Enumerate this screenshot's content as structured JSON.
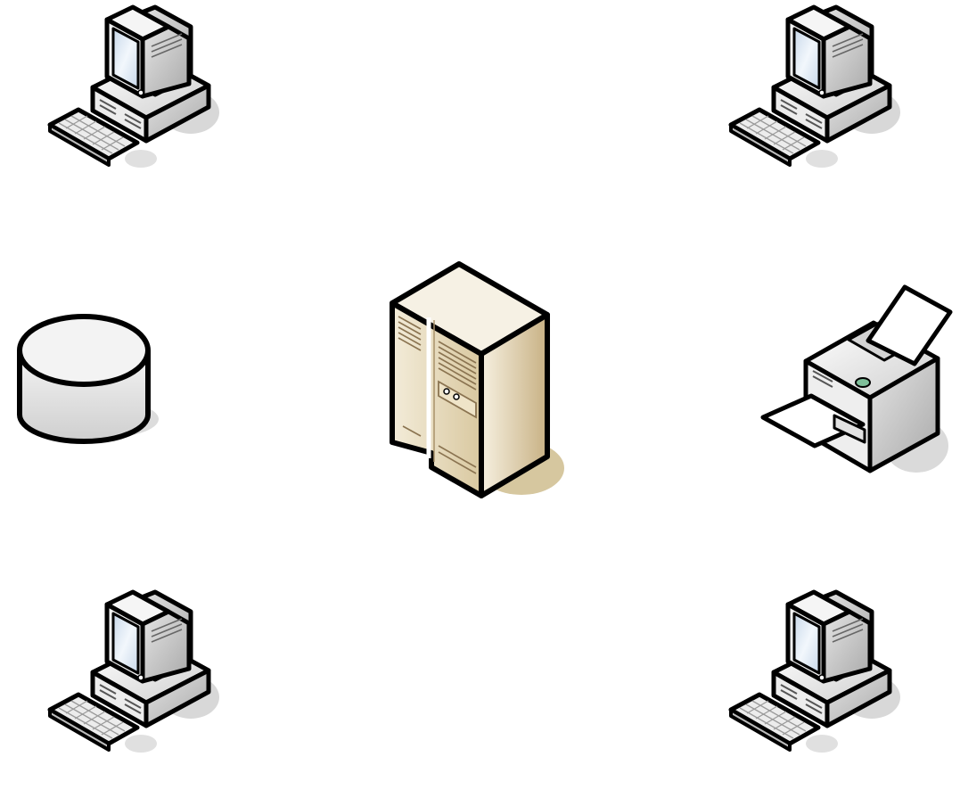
{
  "diagram": {
    "type": "network-star",
    "hub": {
      "kind": "server-tower",
      "icon": "server-icon"
    },
    "nodes": [
      {
        "kind": "workstation",
        "icon": "workstation-icon"
      },
      {
        "kind": "workstation",
        "icon": "workstation-icon"
      },
      {
        "kind": "database",
        "icon": "database-icon"
      },
      {
        "kind": "printer",
        "icon": "printer-icon"
      },
      {
        "kind": "workstation",
        "icon": "workstation-icon"
      },
      {
        "kind": "workstation",
        "icon": "workstation-icon"
      }
    ],
    "colors": {
      "outline": "#000000",
      "device_gray": "#e6e6e6",
      "device_shadow": "#c8c8c8",
      "server_beige": "#e8dcc0",
      "server_shadow": "#c9b48c",
      "screen_blue": "#dce8f4",
      "printer_led": "#7fbf9a"
    }
  }
}
